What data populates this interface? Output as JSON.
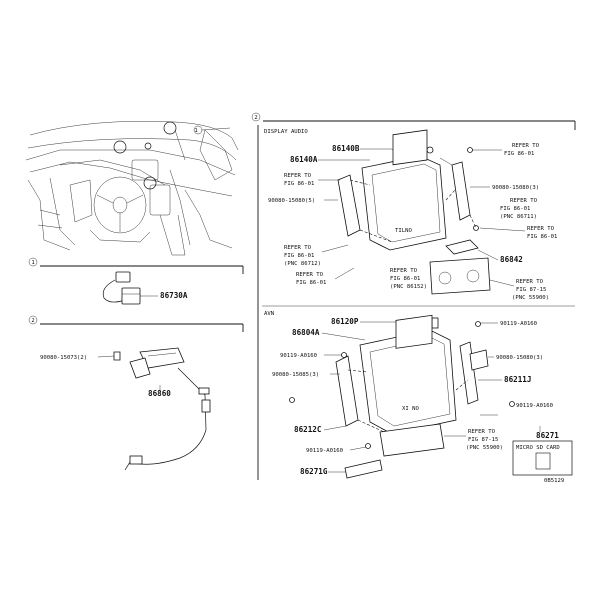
{
  "sections": {
    "s1": "1",
    "s2": "2",
    "s2_right": "2"
  },
  "labels": {
    "display_audio": "DISPLAY AUDIO",
    "avn": "AVN"
  },
  "parts": {
    "p86730A": "86730A",
    "p86860": "86860",
    "p90080_15073": "90080-15073(2)",
    "p86140B": "86140B",
    "p86140A": "86140A",
    "p90080_15080_5": "90080-15080(5)",
    "p90080_15080_3": "90080-15080(3)",
    "p86842": "86842",
    "p86120P": "86120P",
    "p86804A": "86804A",
    "p90119_A0160_a": "90119-A0160",
    "p90119_A0160_b": "90119-A0160",
    "p90119_A0160_c": "90119-A0160",
    "p90119_A0160_d": "90119-A0160",
    "p90080_15080_3b": "90080-15080(3)",
    "p90080_15085": "90080-15085(3)",
    "p86211J": "86211J",
    "p86212C": "86212C",
    "p86271G": "86271G",
    "p86271": "86271",
    "micro_sd": "MICRO SD CARD"
  },
  "refers": {
    "r1_title": "REFER TO",
    "r1_fig": "FIG 86-01",
    "r2_title": "REFER TO",
    "r2_fig": "FIG 86-01",
    "r3_title": "REFER TO",
    "r3_fig": "FIG 86-01",
    "r3_pnc": "(PNC 86711)",
    "r4_title": "REFER TO",
    "r4_fig": "FIG 86-01",
    "r5_title": "REFER TO",
    "r5_fig": "FIG 86-01",
    "r5_pnc": "(PNC 86712)",
    "r6_title": "REFER TO",
    "r6_fig": "FIG 86-01",
    "r7_title": "REFER TO",
    "r7_fig": "FIG 86-01",
    "r7_pnc": "(PNC 86152)",
    "r8_title": "REFER TO",
    "r8_fig": "FIG 87-15",
    "r8_pnc": "(PNC 55900)",
    "r9_title": "REFER TO",
    "r9_fig": "FIG 87-15",
    "r9_pnc": "(PNC 55900)"
  },
  "markers": {
    "tilno": "TILNO",
    "xino": "XI NO"
  },
  "footer": {
    "code": "0B5129"
  }
}
